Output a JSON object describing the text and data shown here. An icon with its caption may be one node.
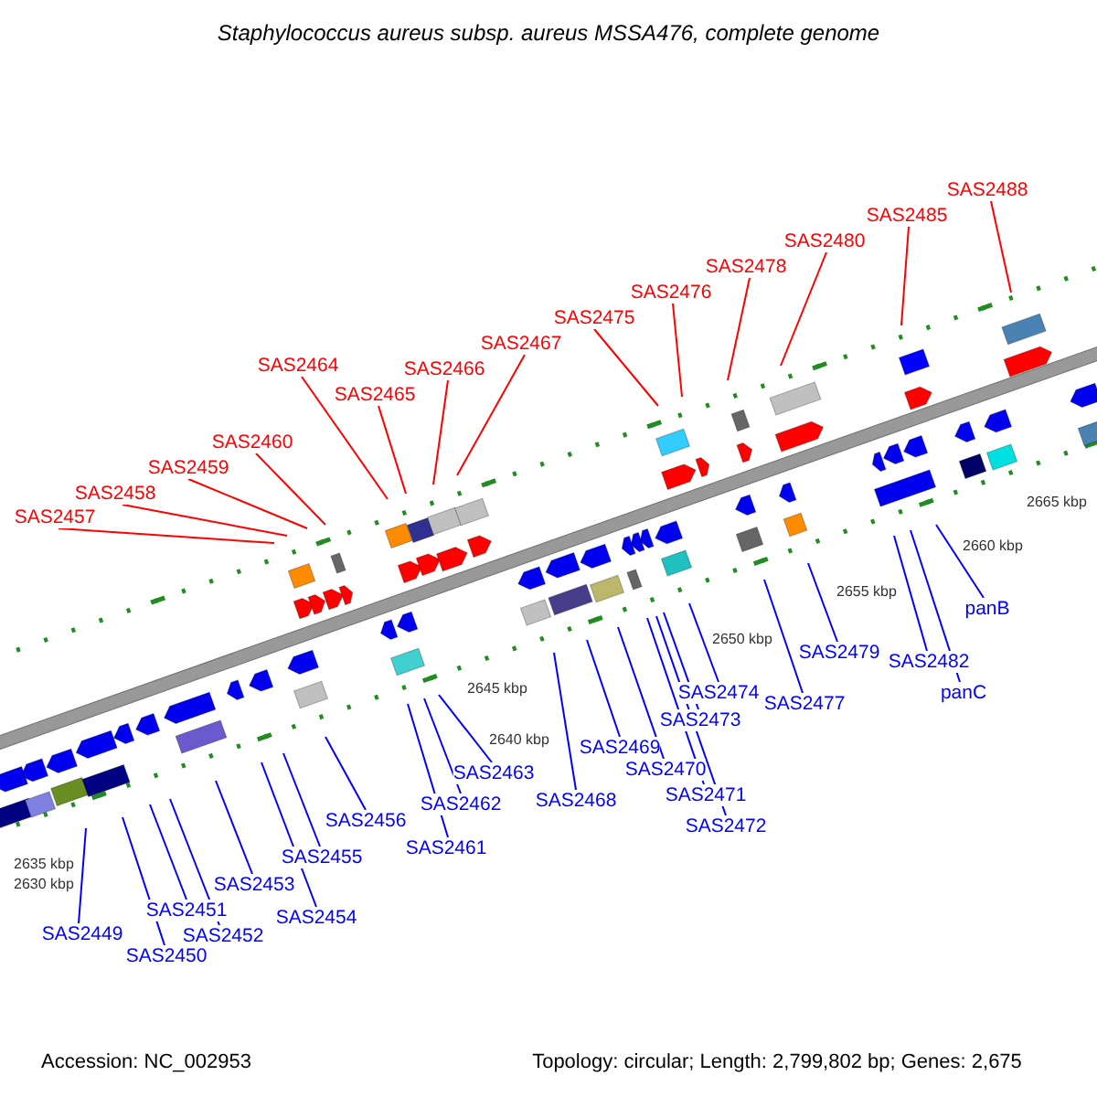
{
  "diagram": {
    "title": "Staphylococcus aureus subsp. aureus MSSA476, complete genome",
    "nodes": [
      {
        "text": [
          "SAS2457"
        ]
      },
      {
        "text": [
          "SAS2458"
        ]
      },
      {
        "text": [
          "SAS2459"
        ]
      },
      {
        "text": [
          "SAS2460"
        ]
      },
      {
        "text": [
          "SAS2464"
        ]
      },
      {
        "text": [
          "SAS2465"
        ]
      },
      {
        "text": [
          "SAS2466"
        ]
      },
      {
        "text": [
          "SAS2467"
        ]
      },
      {
        "text": [
          "SAS2475"
        ]
      },
      {
        "text": [
          "SAS2476"
        ]
      },
      {
        "text": [
          "SAS2478"
        ]
      },
      {
        "text": [
          "SAS2480"
        ]
      },
      {
        "text": [
          "SAS2485"
        ]
      },
      {
        "text": [
          "SAS2488"
        ]
      },
      {
        "text": [
          "SAS2449"
        ]
      },
      {
        "text": [
          "SAS2450"
        ]
      },
      {
        "text": [
          "SAS2451"
        ]
      },
      {
        "text": [
          "SAS2452"
        ]
      },
      {
        "text": [
          "SAS2453"
        ]
      },
      {
        "text": [
          "SAS2454"
        ]
      },
      {
        "text": [
          "SAS2455"
        ]
      },
      {
        "text": [
          "SAS2456"
        ]
      },
      {
        "text": [
          "SAS2461"
        ]
      },
      {
        "text": [
          "SAS2462"
        ]
      },
      {
        "text": [
          "SAS2463"
        ]
      },
      {
        "text": [
          "SAS2468"
        ]
      },
      {
        "text": [
          "SAS2469"
        ]
      },
      {
        "text": [
          "SAS2470"
        ]
      },
      {
        "text": [
          "SAS2471"
        ]
      },
      {
        "text": [
          "SAS2472"
        ]
      },
      {
        "text": [
          "SAS2473"
        ]
      },
      {
        "text": [
          "SAS2474"
        ]
      },
      {
        "text": [
          "SAS2477"
        ]
      },
      {
        "text": [
          "SAS2479"
        ]
      },
      {
        "text": [
          "SAS2482"
        ]
      },
      {
        "text": [
          "panC"
        ]
      },
      {
        "text": [
          "panB"
        ]
      }
    ],
    "edges": [
      {
        "from": 0,
        "to": null,
        "arrow": "none",
        "color": "#ff0000"
      },
      {
        "from": 1,
        "to": null,
        "arrow": "none",
        "color": "#ff0000"
      },
      {
        "from": 2,
        "to": null,
        "arrow": "none",
        "color": "#ff0000"
      },
      {
        "from": 3,
        "to": null,
        "arrow": "none",
        "color": "#ff0000"
      },
      {
        "from": 4,
        "to": null,
        "arrow": "none",
        "color": "#ff0000"
      },
      {
        "from": 5,
        "to": null,
        "arrow": "none",
        "color": "#ff0000"
      },
      {
        "from": 6,
        "to": null,
        "arrow": "none",
        "color": "#ff0000"
      },
      {
        "from": 7,
        "to": null,
        "arrow": "none",
        "color": "#ff0000"
      },
      {
        "from": 8,
        "to": null,
        "arrow": "none",
        "color": "#ff0000"
      },
      {
        "from": 9,
        "to": null,
        "arrow": "none",
        "color": "#ff0000"
      },
      {
        "from": 10,
        "to": null,
        "arrow": "none",
        "color": "#ff0000"
      },
      {
        "from": 11,
        "to": null,
        "arrow": "none",
        "color": "#ff0000"
      },
      {
        "from": 12,
        "to": null,
        "arrow": "none",
        "color": "#ff0000"
      },
      {
        "from": 13,
        "to": null,
        "arrow": "none",
        "color": "#ff0000"
      },
      {
        "from": 14,
        "to": null,
        "arrow": "none"
      },
      {
        "from": 15,
        "to": null,
        "arrow": "none"
      },
      {
        "from": 16,
        "to": null,
        "arrow": "none"
      },
      {
        "from": 17,
        "to": null,
        "arrow": "none"
      },
      {
        "from": 18,
        "to": null,
        "arrow": "none"
      },
      {
        "from": 19,
        "to": null,
        "arrow": "none"
      },
      {
        "from": 20,
        "to": null,
        "arrow": "none"
      },
      {
        "from": 21,
        "to": null,
        "arrow": "none"
      },
      {
        "from": 22,
        "to": null,
        "arrow": "none"
      },
      {
        "from": 23,
        "to": null,
        "arrow": "none"
      },
      {
        "from": 24,
        "to": null,
        "arrow": "none"
      },
      {
        "from": 25,
        "to": null,
        "arrow": "none"
      },
      {
        "from": 26,
        "to": null,
        "arrow": "none"
      },
      {
        "from": 27,
        "to": null,
        "arrow": "none"
      },
      {
        "from": 28,
        "to": null,
        "arrow": "none"
      },
      {
        "from": 29,
        "to": null,
        "arrow": "none"
      },
      {
        "from": 30,
        "to": null,
        "arrow": "none"
      },
      {
        "from": 31,
        "to": null,
        "arrow": "none"
      },
      {
        "from": 32,
        "to": null,
        "arrow": "none"
      },
      {
        "from": 33,
        "to": null,
        "arrow": "none"
      },
      {
        "from": 34,
        "to": null,
        "arrow": "none"
      },
      {
        "from": 35,
        "to": null,
        "arrow": "none"
      },
      {
        "from": 36,
        "to": null,
        "arrow": "none"
      }
    ],
    "labels": [
      "2665 kbp",
      "2660 kbp",
      "2655 kbp",
      "2650 kbp",
      "2645 kbp",
      "2640 kbp",
      "2635 kbp",
      "2630 kbp",
      "Accession: NC_002953",
      "Topology: circular; Length: 2,799,802 bp; Genes: 2,675"
    ]
  }
}
